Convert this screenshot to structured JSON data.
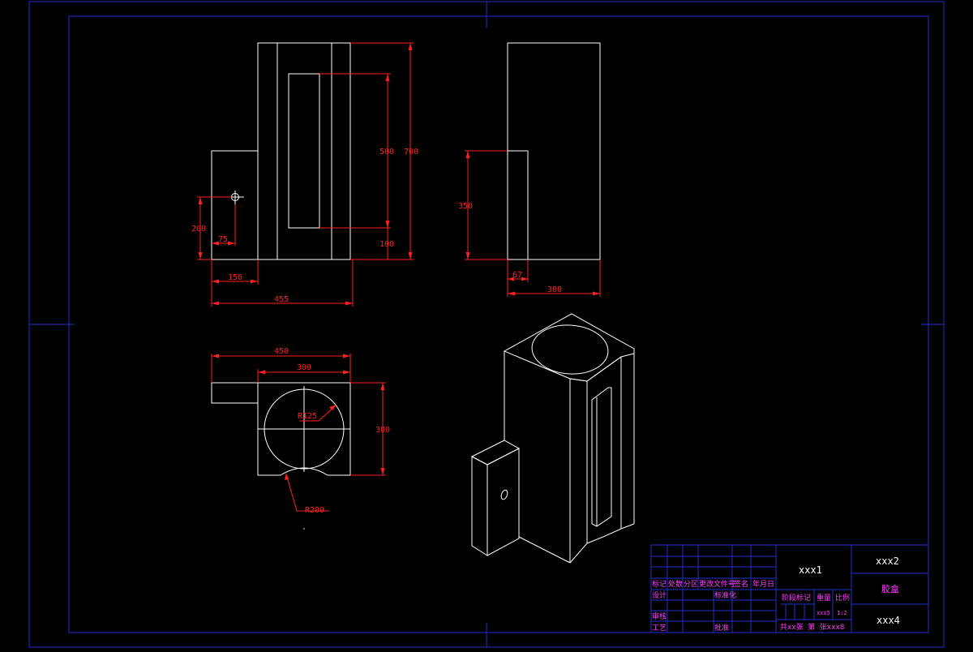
{
  "dimensions": {
    "front_700": "700",
    "front_500": "500",
    "front_100": "100",
    "front_200": "200",
    "front_75": "75",
    "front_150": "150",
    "front_455": "455",
    "side_350": "350",
    "side_67": "67",
    "side_300": "300",
    "top_450": "450",
    "top_300_w": "300",
    "top_300_h": "300",
    "top_r125": "R125",
    "top_r200": "R200"
  },
  "title_block": {
    "drawing_no": "xxx1",
    "company": "xxx2",
    "part_name": "胶盒",
    "school": "xxx4",
    "weight": "xxx5",
    "scale": "1:2",
    "sheet_info": "共xx张 第 张xxx8",
    "labels": {
      "mark": "标记",
      "count": "处数",
      "zone": "分区",
      "change_doc": "更改文件号",
      "signature": "签名",
      "date": "年月日",
      "design": "设计",
      "standardize": "标准化",
      "stage_mark": "阶段标记",
      "weight": "重量",
      "scale": "比例",
      "review": "审核",
      "process": "工艺",
      "approve": "批准"
    }
  }
}
